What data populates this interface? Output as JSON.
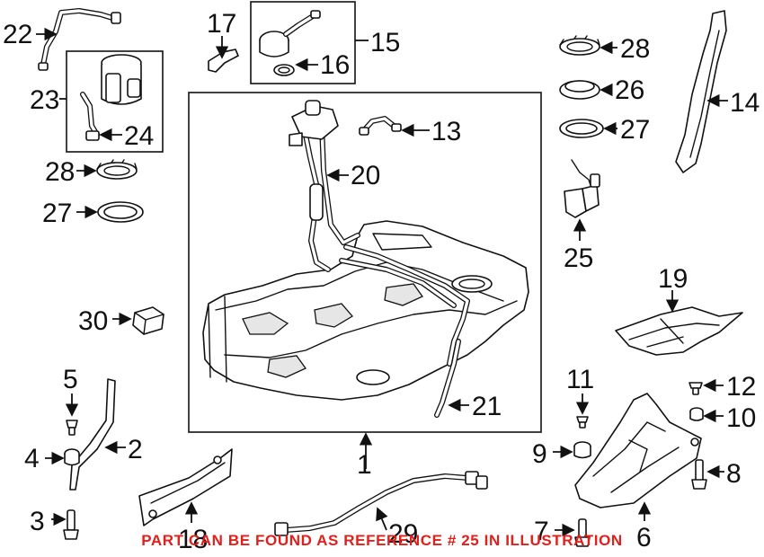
{
  "callouts": [
    "1",
    "2",
    "3",
    "4",
    "5",
    "6",
    "7",
    "8",
    "9",
    "10",
    "11",
    "12",
    "13",
    "14",
    "15",
    "16",
    "17",
    "18",
    "19",
    "20",
    "21",
    "22",
    "23",
    "24",
    "25",
    "26",
    "27",
    "28",
    "29",
    "30",
    "27",
    "28"
  ],
  "notice": "PART CAN BE FOUND AS REFERENCE # 25 IN ILLUSTRATION",
  "colors": {
    "notice": "#e0201b",
    "line": "#111111",
    "background": "#ffffff"
  }
}
